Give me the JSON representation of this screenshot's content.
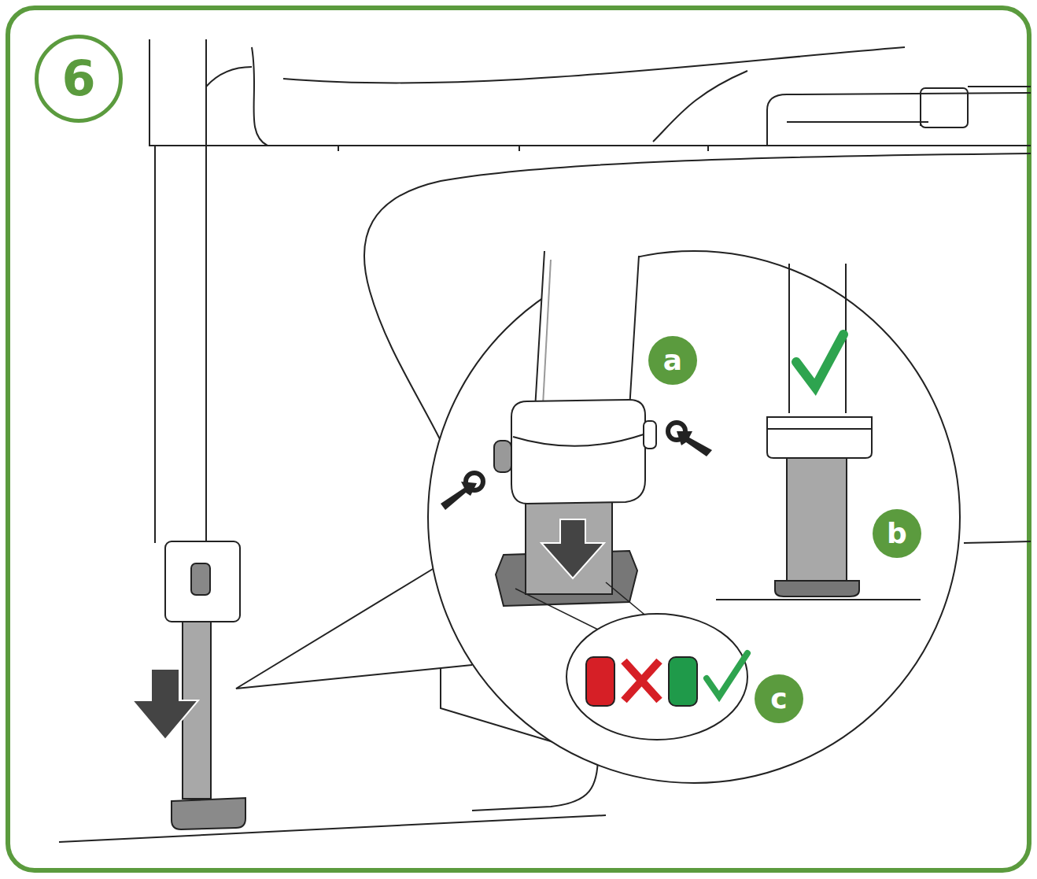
{
  "diagram": {
    "nodes": [
      {
        "text": [
          "6"
        ]
      },
      {
        "text": [
          "a"
        ]
      },
      {
        "text": [
          "b"
        ]
      },
      {
        "text": [
          "c"
        ]
      }
    ]
  }
}
